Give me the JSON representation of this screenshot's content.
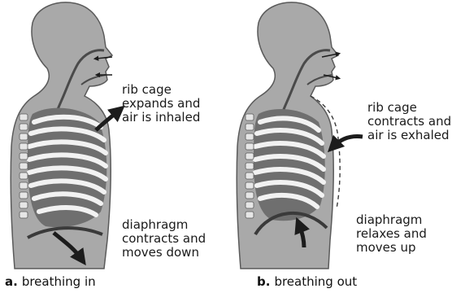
{
  "panels": [
    {
      "letter": "a.",
      "caption": "breathing in",
      "upper_note": [
        "rib cage",
        "expands and",
        "air is inhaled"
      ],
      "lower_note": [
        "diaphragm",
        "contracts and",
        "moves down"
      ]
    },
    {
      "letter": "b.",
      "caption": "breathing out",
      "upper_note": [
        "rib cage",
        "contracts and",
        "air is exhaled"
      ],
      "lower_note": [
        "diaphragm",
        "relaxes and",
        "moves up"
      ]
    }
  ],
  "colors": {
    "body": "#a9a9a9",
    "body_outline": "#5a5a5a",
    "chest": "#6f6f6f",
    "ribs": "#f2f2f2",
    "airway": "#4a4a4a",
    "arrow": "#1c1c1c"
  }
}
